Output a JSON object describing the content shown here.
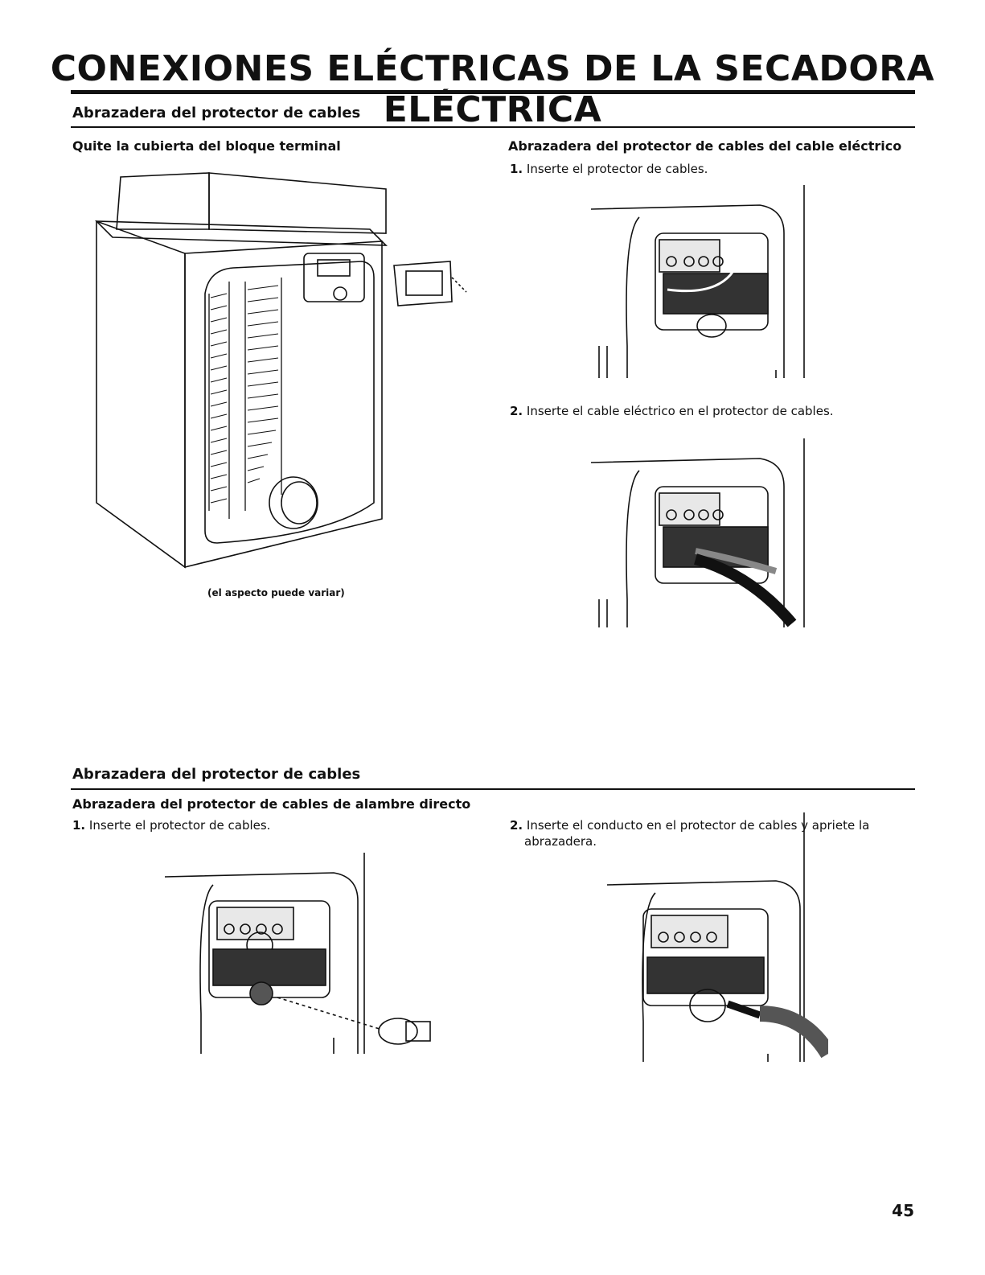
{
  "title": "CONEXIONES ELÉCTRICAS DE LA SECADORA ELÉCTRICA",
  "section1": {
    "heading": "Abrazadera del protector de cables",
    "left": {
      "subheading": "Quite la cubierta del bloque terminal",
      "caption": "(el aspecto puede variar)"
    },
    "right": {
      "subheading": "Abrazadera del protector de cables del cable eléctrico",
      "steps": [
        {
          "num": "1.",
          "text": "Inserte el protector de cables."
        },
        {
          "num": "2.",
          "text": "Inserte el cable eléctrico en el protector de cables."
        }
      ]
    }
  },
  "section2": {
    "heading": "Abrazadera del protector de cables",
    "subheading": "Abrazadera del protector de cables de alambre directo",
    "steps": [
      {
        "num": "1.",
        "text": "Inserte el protector de cables."
      },
      {
        "num": "2.",
        "text": "Inserte el conducto en el protector de cables y apriete la abrazadera."
      }
    ]
  },
  "page_number": "45"
}
